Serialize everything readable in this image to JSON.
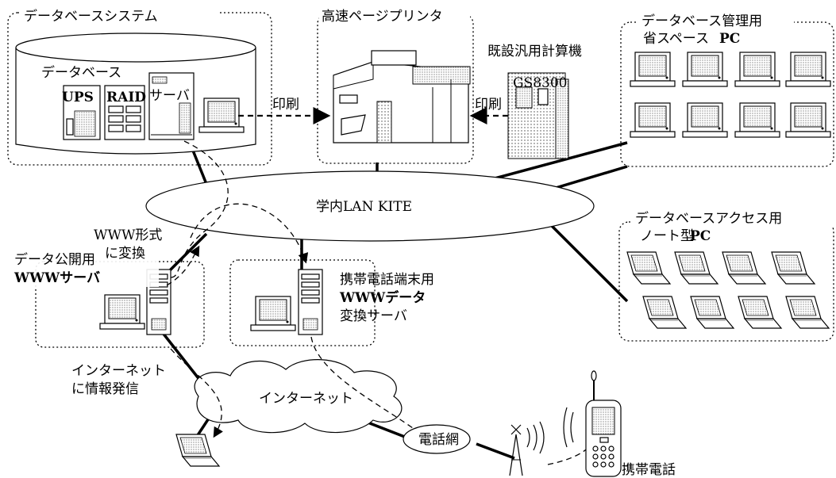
{
  "groups": {
    "database_system": "データベースシステム",
    "printer": "高速ページプリンタ",
    "db_admin": "データベース管理用",
    "db_access": "データベースアクセス用"
  },
  "labels": {
    "database": "データベース",
    "ups": "UPS",
    "raid": "RAID",
    "server": "サーバ",
    "print_left": "印刷",
    "print_right": "印刷",
    "mainframe": "既設汎用計算機",
    "gs8300": "GS8300",
    "admin_pc_1": "省スペース",
    "admin_pc_2": "PC",
    "notebook_1": "ノート型",
    "notebook_2": "PC",
    "lan": "学内LAN  KITE",
    "www_conv_1": "WWW形式",
    "www_conv_2": "に変換",
    "pub_server_1": "データ公開用",
    "pub_server_2": "WWWサーバ",
    "mobile_server_1": "携帯電話端末用",
    "mobile_server_2": "WWWデータ",
    "mobile_server_3": "変換サーバ",
    "internet_send_1": "インターネット",
    "internet_send_2": "に情報発信",
    "internet": "インターネット",
    "phone_net": "電話網",
    "mobile_phone": "携帯電話"
  }
}
